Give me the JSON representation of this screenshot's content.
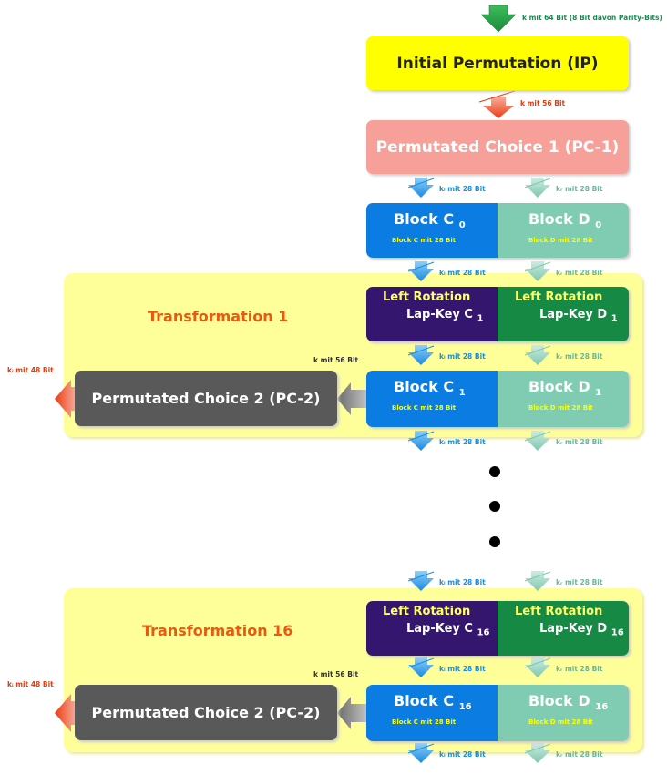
{
  "top_input_label": "k mit 64 Bit (8 Bit davon Parity-Bits)",
  "ip_label": "Initial Permutation (IP)",
  "after_ip_label": "k mit 56 Bit",
  "pc1_label": "Permutated Choice 1 (PC-1)",
  "c_line_label": "kₗ mit 28 Bit",
  "d_line_label": "kᵣ mit 28 Bit",
  "block_c0": {
    "title": "Block C",
    "index": "0",
    "sub": "Block C mit 28 Bit"
  },
  "block_d0": {
    "title": "Block D",
    "index": "0",
    "sub": "Block D mit 28 Bit"
  },
  "transform1": {
    "title": "Transformation 1",
    "rot_c": {
      "title": "Left Rotation",
      "key": "Lap-Key C",
      "index": "1"
    },
    "rot_d": {
      "title": "Left Rotation",
      "key": "Lap-Key D",
      "index": "1"
    },
    "pc2_label": "Permutated Choice 2 (PC-2)",
    "to_pc2_label": "k mit 56 Bit",
    "out_label": "kᵢ mit 48 Bit",
    "block_c": {
      "title": "Block C",
      "index": "1",
      "sub": "Block C mit 28 Bit"
    },
    "block_d": {
      "title": "Block D",
      "index": "1",
      "sub": "Block D mit 28 Bit"
    }
  },
  "transform16": {
    "title": "Transformation 16",
    "rot_c": {
      "title": "Left Rotation",
      "key": "Lap-Key C",
      "index": "16"
    },
    "rot_d": {
      "title": "Left Rotation",
      "key": "Lap-Key D",
      "index": "16"
    },
    "pc2_label": "Permutated Choice 2 (PC-2)",
    "to_pc2_label": "k mit 56 Bit",
    "out_label": "kᵢ mit 48 Bit",
    "block_c": {
      "title": "Block C",
      "index": "16",
      "sub": "Block C mit 28 Bit"
    },
    "block_d": {
      "title": "Block D",
      "index": "16",
      "sub": "Block D mit 28 Bit"
    }
  }
}
